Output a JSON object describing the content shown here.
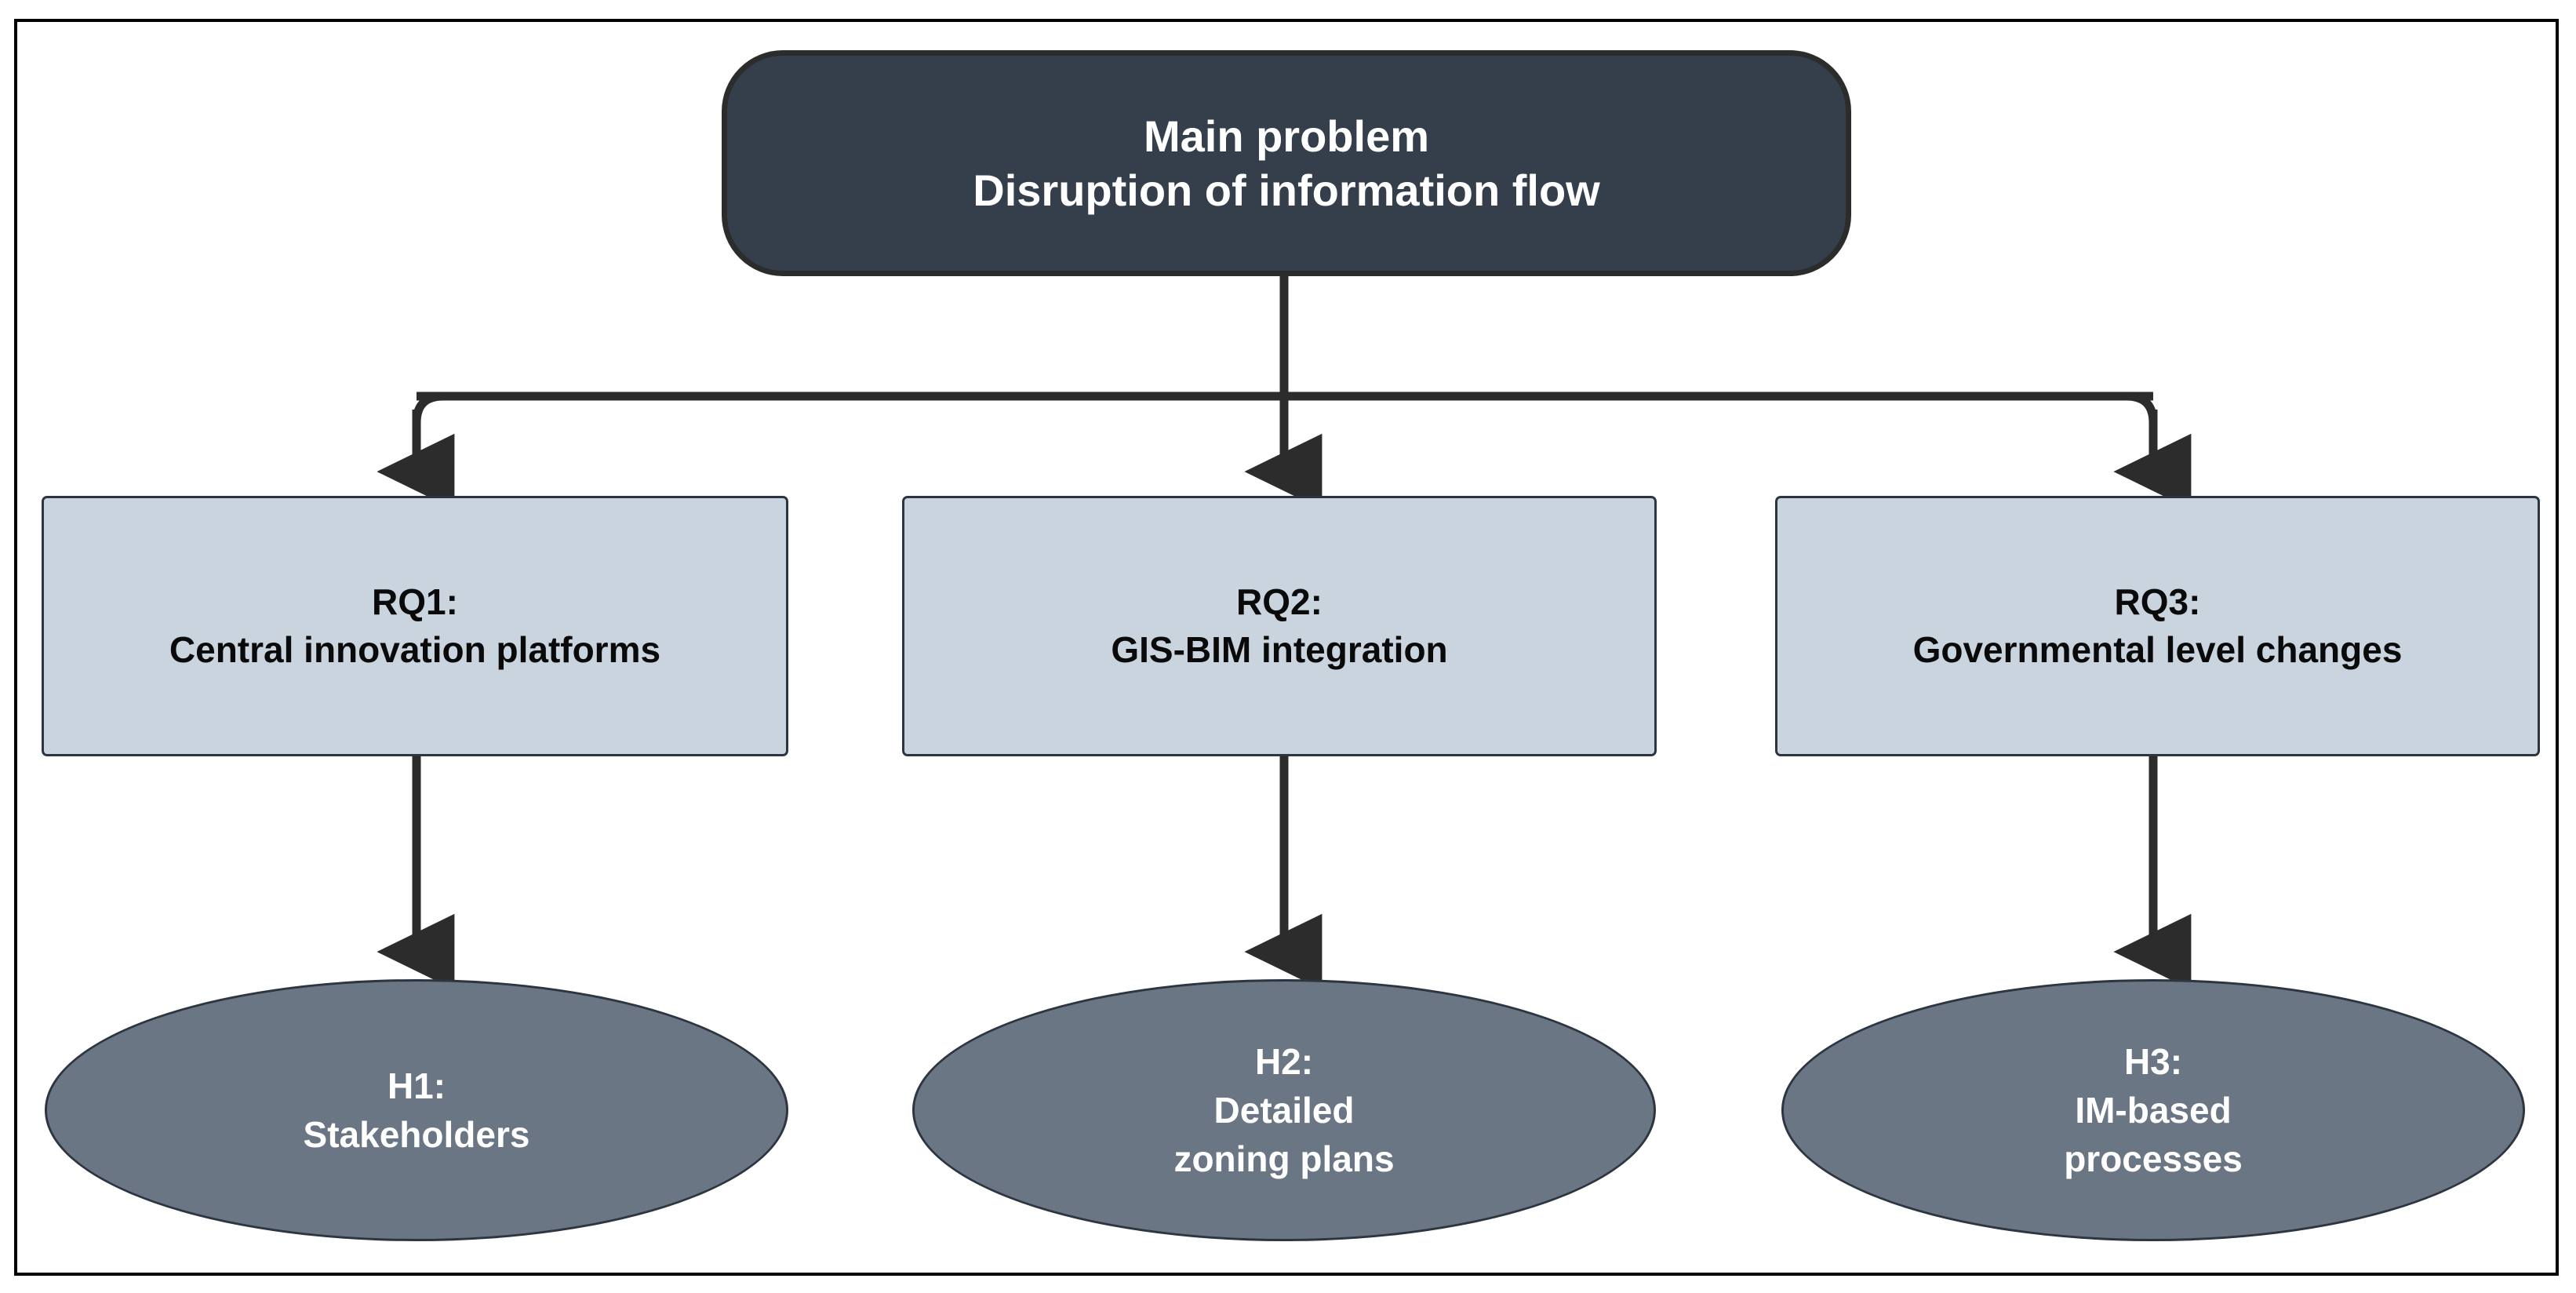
{
  "diagram": {
    "type": "flowchart",
    "orientation": "top-down",
    "frame": {
      "visible": true,
      "border_color": "#000000"
    },
    "colors": {
      "main_node_fill": "#343f4b",
      "main_node_text": "#ffffff",
      "rq_node_fill": "#c9d4de",
      "rq_node_text": "#0a0a0a",
      "hypothesis_node_fill": "#6b7684",
      "hypothesis_node_text": "#ffffff",
      "connector": "#2c2c2c",
      "node_border": "#2d3540",
      "background": "#ffffff"
    },
    "root": {
      "id": "main-problem",
      "shape": "rounded-rectangle",
      "line1": "Main problem",
      "line2": "Disruption of information flow"
    },
    "questions": [
      {
        "id": "rq1",
        "shape": "rectangle",
        "label": "RQ1:",
        "text": "Central innovation platforms"
      },
      {
        "id": "rq2",
        "shape": "rectangle",
        "label": "RQ2:",
        "text": "GIS-BIM integration"
      },
      {
        "id": "rq3",
        "shape": "rectangle",
        "label": "RQ3:",
        "text": "Governmental level changes"
      }
    ],
    "hypotheses": [
      {
        "id": "h1",
        "shape": "ellipse",
        "label": "H1:",
        "line1": "Stakeholders",
        "line2": ""
      },
      {
        "id": "h2",
        "shape": "ellipse",
        "label": "H2:",
        "line1": "Detailed",
        "line2": "zoning plans"
      },
      {
        "id": "h3",
        "shape": "ellipse",
        "label": "H3:",
        "line1": "IM-based",
        "line2": "processes"
      }
    ],
    "edges": [
      {
        "from": "main-problem",
        "to": "rq1",
        "style": "orthogonal-arrow"
      },
      {
        "from": "main-problem",
        "to": "rq2",
        "style": "straight-arrow"
      },
      {
        "from": "main-problem",
        "to": "rq3",
        "style": "orthogonal-arrow"
      },
      {
        "from": "rq1",
        "to": "h1",
        "style": "straight-arrow"
      },
      {
        "from": "rq2",
        "to": "h2",
        "style": "straight-arrow"
      },
      {
        "from": "rq3",
        "to": "h3",
        "style": "straight-arrow"
      }
    ]
  }
}
